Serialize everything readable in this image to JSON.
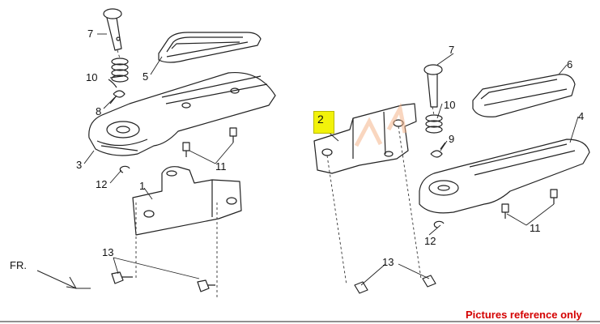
{
  "figure": {
    "direction_label": "FR.",
    "note": "Pictures reference only",
    "highlight_color": "#f2f20a",
    "note_color": "#d40000",
    "highlighted_part": "2",
    "left_assembly_labels": {
      "l7": "7",
      "l10": "10",
      "l5": "5",
      "l8": "8",
      "l3": "3",
      "l12": "12",
      "l11": "11",
      "l1": "1",
      "l13": "13"
    },
    "right_assembly_labels": {
      "l7": "7",
      "l6": "6",
      "l10": "10",
      "l4": "4",
      "l9": "9",
      "l12": "12",
      "l11": "11",
      "l13": "13"
    }
  }
}
